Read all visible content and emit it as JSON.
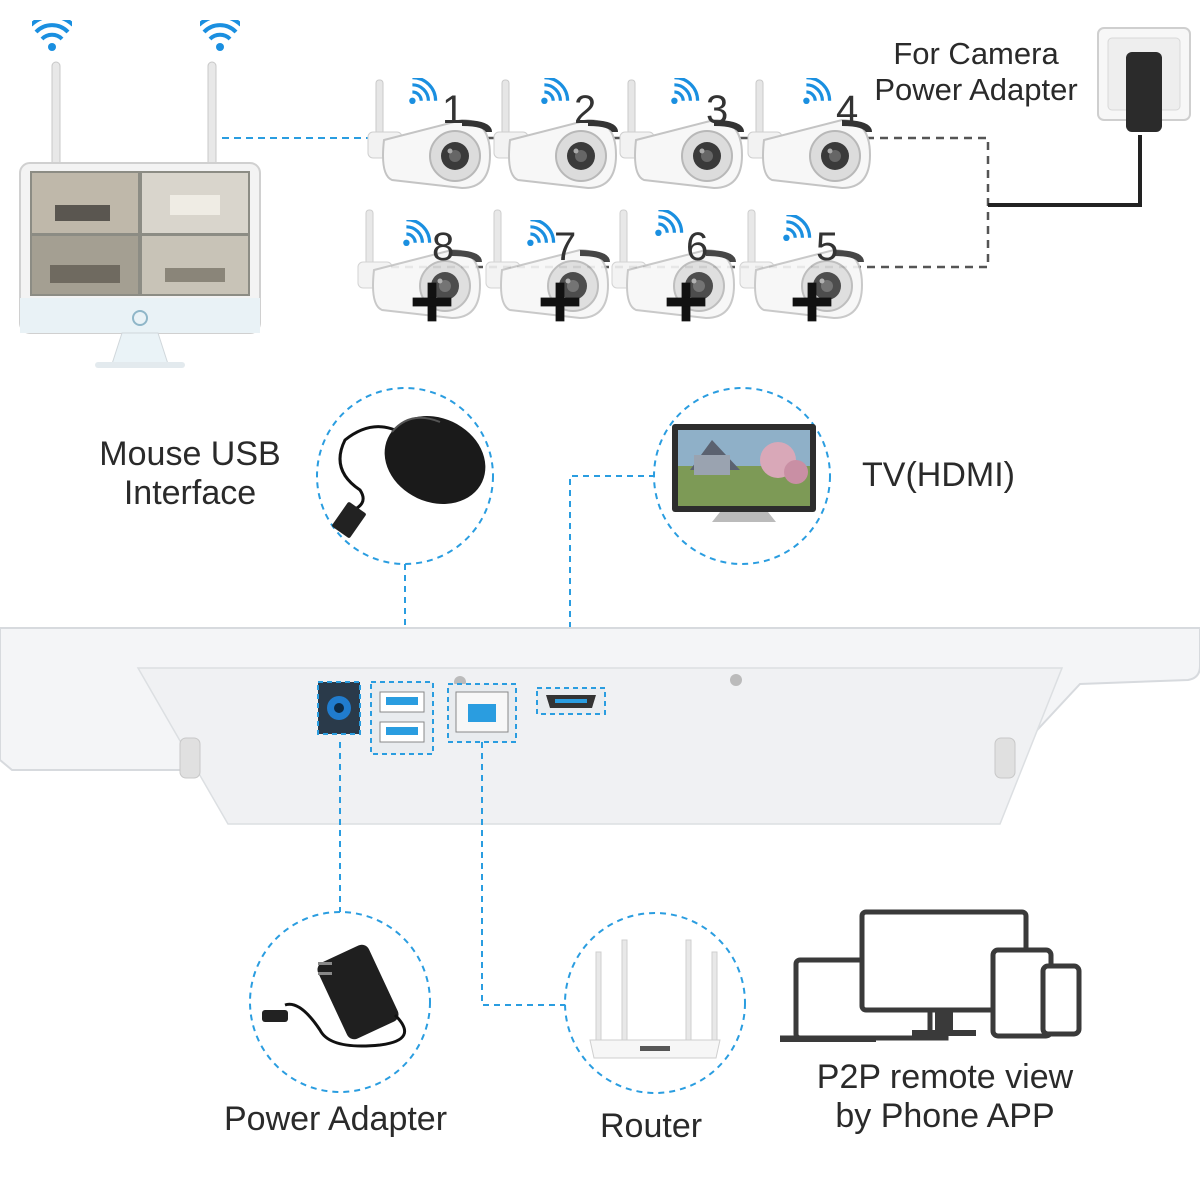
{
  "labels": {
    "camera_power_adapter": [
      "For Camera",
      "Power Adapter"
    ],
    "mouse_usb": [
      "Mouse USB",
      "Interface"
    ],
    "tv_hdmi": "TV(HDMI)",
    "power_adapter": "Power Adapter",
    "router": "Router",
    "p2p": [
      "P2P remote view",
      "by Phone APP"
    ]
  },
  "cameras": {
    "top_row": [
      "1",
      "2",
      "3",
      "4"
    ],
    "bottom_row": [
      "8",
      "7",
      "6",
      "5"
    ]
  },
  "colors": {
    "wifi": "#1a8fe0",
    "dash_blue": "#2a9de0",
    "dash_gray": "#555555",
    "device_white": "#f4f5f7",
    "device_edge": "#d7dade",
    "dark": "#333333"
  },
  "icons": [
    "wifi-icon",
    "camera-icon",
    "plus-icon",
    "monitor-icon",
    "mouse-icon",
    "tv-icon",
    "power-adapter-icon",
    "router-icon",
    "laptop-icon",
    "tablet-icon",
    "phone-icon",
    "wall-socket-icon"
  ]
}
